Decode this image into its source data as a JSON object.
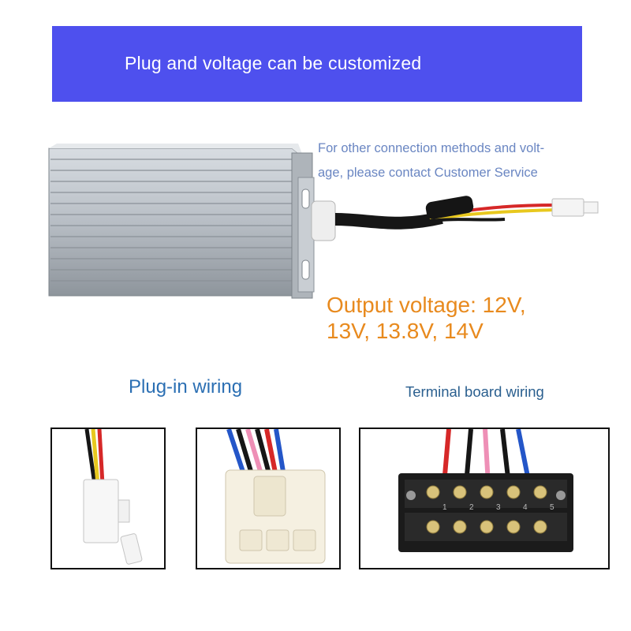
{
  "banner": {
    "text": "Plug and voltage can be customized",
    "color": "#4e50ee"
  },
  "contact_note": "For other connection methods and volt-age, please contact Customer Service",
  "contact_lines": [
    "For other connection methods and volt-",
    "age, please contact Customer Service"
  ],
  "output_voltage": {
    "text": "Output voltage: 12V, 13V, 13.8V, 14V",
    "lines": [
      "Output voltage: 12V,",
      "13V, 13.8V, 14V"
    ],
    "color": "#e88a1e"
  },
  "sections": {
    "plugin_label": "Plug-in wiring",
    "terminal_label": "Terminal board wiring"
  },
  "terminal_numbers": [
    "1",
    "2",
    "3",
    "4",
    "5"
  ],
  "wire_colors": {
    "red": "#d62828",
    "black": "#1a1a1a",
    "yellow": "#e8c81e",
    "blue": "#2456c8",
    "pink": "#ee8fb6"
  }
}
